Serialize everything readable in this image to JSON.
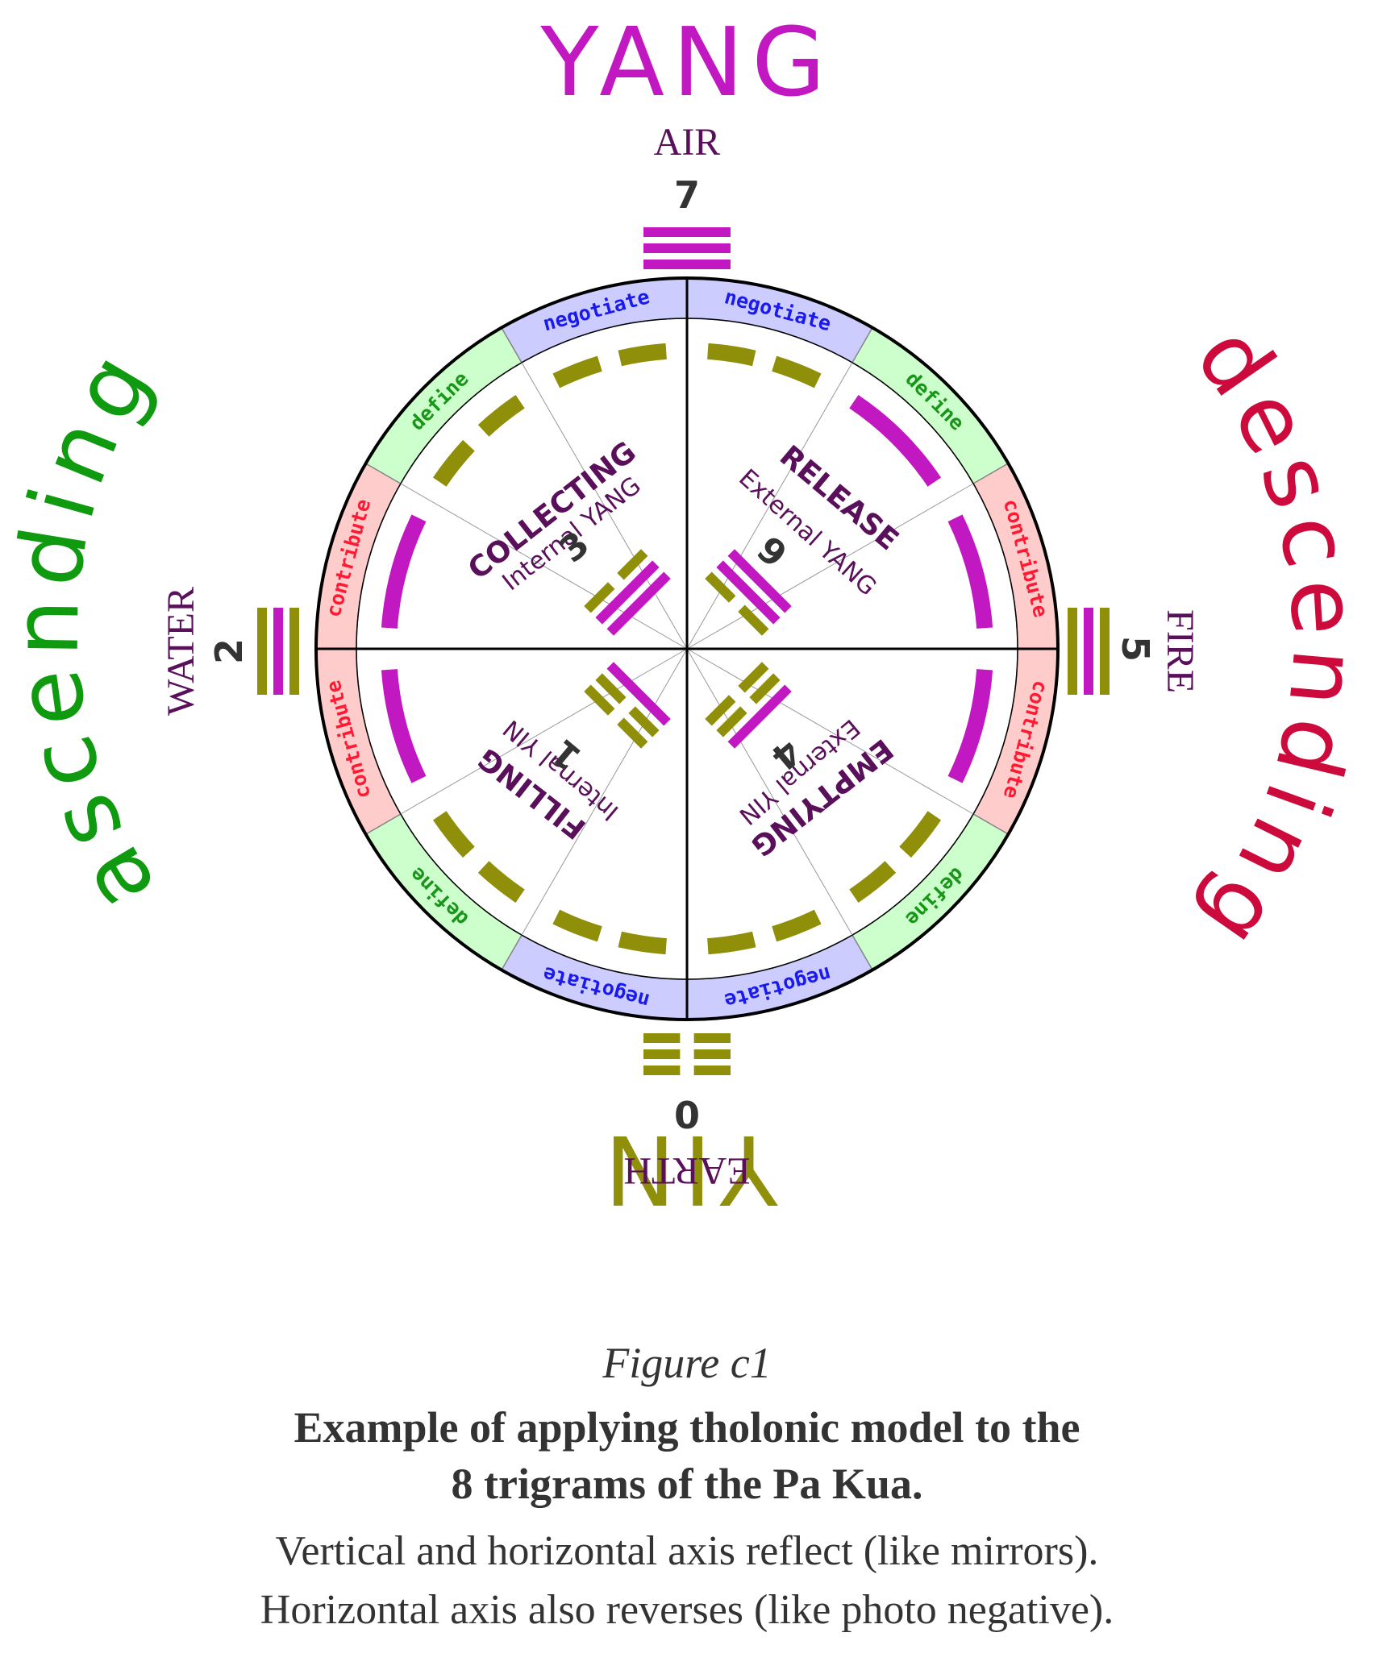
{
  "colors": {
    "yang": "#c218c2",
    "yin": "#8f8f0a",
    "ascending": "#0f9a0f",
    "descending": "#cc0a3c",
    "element_label": "#5a0f5a",
    "contribute_bg": "#ffcccc",
    "contribute_text": "#ff1a33",
    "negotiate_bg": "#ccccff",
    "negotiate_text": "#1a1aee",
    "define_bg": "#ccffcc",
    "define_text": "#19961a"
  },
  "poles": {
    "top": "YANG",
    "bottom": "YIN",
    "left": "ascending",
    "right": "descending"
  },
  "elements": [
    {
      "name": "AIR",
      "number": "7"
    },
    {
      "name": "FIRE",
      "number": "5"
    },
    {
      "name": "EARTH",
      "number": "0"
    },
    {
      "name": "WATER",
      "number": "2"
    }
  ],
  "quadrants": [
    {
      "title": "COLLECTING",
      "subtitle": "Internal YANG",
      "number": "3"
    },
    {
      "title": "RELEASE",
      "subtitle": "External YANG",
      "number": "6"
    },
    {
      "title": "EMPTYING",
      "subtitle": "External YIN",
      "number": "4"
    },
    {
      "title": "FILLING",
      "subtitle": "Internal YIN",
      "number": "1"
    }
  ],
  "ring_labels": {
    "contribute": "contribute",
    "negotiate": "negotiate",
    "define": "define"
  },
  "caption": {
    "figure": "Figure c1",
    "title_line1": "Example of applying tholonic model to the",
    "title_line2": "8 trigrams of the Pa Kua.",
    "note_line1": "Vertical and horizontal axis reflect (like mirrors).",
    "note_line2": "Horizontal axis also reverses (like photo negative)."
  }
}
